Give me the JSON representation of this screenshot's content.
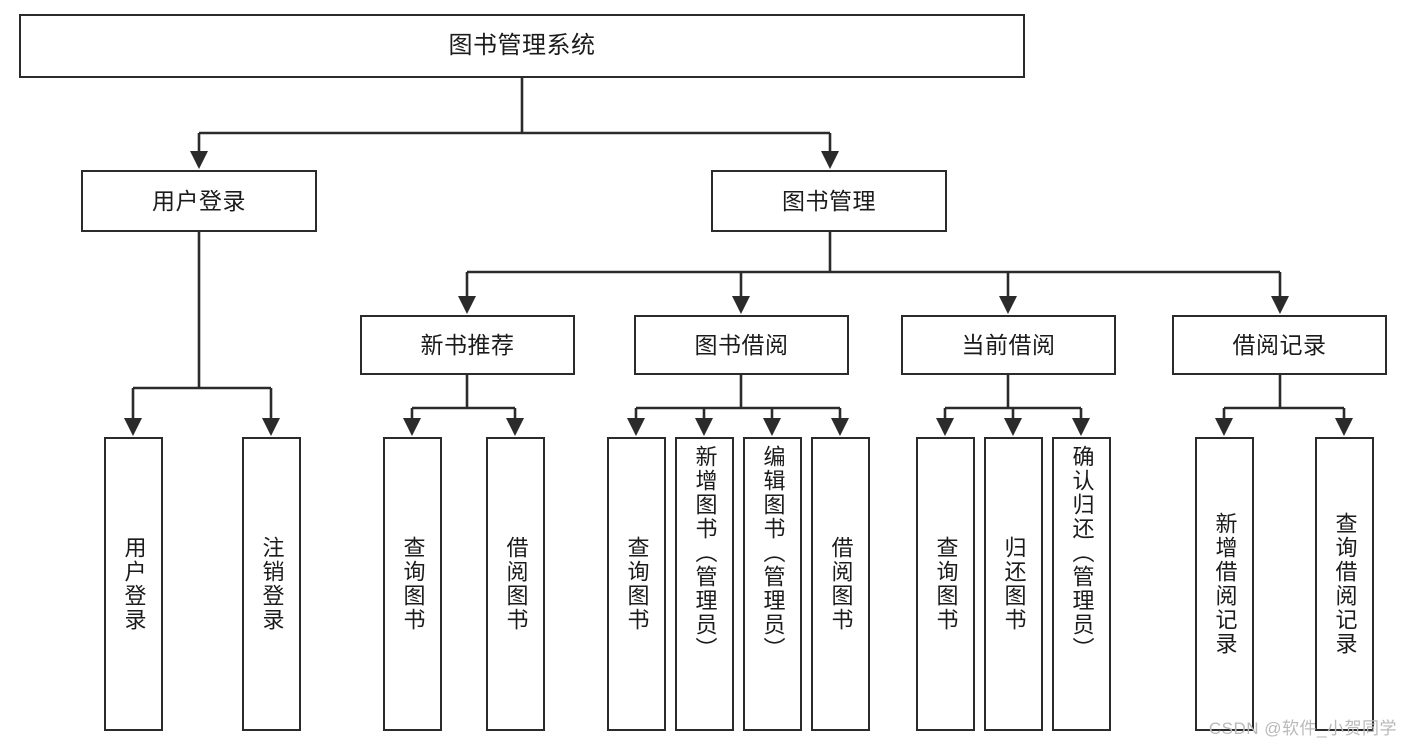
{
  "diagram": {
    "type": "tree-hierarchy",
    "title": "图书管理系统",
    "watermark": "CSDN @软件_小贺同学",
    "colors": {
      "background": "#ffffff",
      "stroke": "#2b2b2b",
      "text": "#1b1b1b",
      "watermark": "#b9b9b9"
    },
    "levels": {
      "root": "图书管理系统",
      "level2": [
        "用户登录",
        "图书管理"
      ],
      "level3": [
        "新书推荐",
        "图书借阅",
        "当前借阅",
        "借阅记录"
      ]
    },
    "nodes": {
      "root": {
        "label": "图书管理系统"
      },
      "user_login": {
        "label": "用户登录"
      },
      "book_manage": {
        "label": "图书管理"
      },
      "new_book_rec": {
        "label": "新书推荐"
      },
      "book_borrow": {
        "label": "图书借阅"
      },
      "current_borrow": {
        "label": "当前借阅"
      },
      "borrow_record": {
        "label": "借阅记录"
      },
      "leaf_user_login": {
        "label": "用户登录"
      },
      "leaf_logout": {
        "label": "注销登录"
      },
      "leaf_query_book_1": {
        "label": "查询图书"
      },
      "leaf_borrow_book_1": {
        "label": "借阅图书"
      },
      "leaf_query_book_2": {
        "label": "查询图书"
      },
      "leaf_add_book_admin": {
        "label": "新增图书（管理员）"
      },
      "leaf_edit_book_admin": {
        "label": "编辑图书（管理员）"
      },
      "leaf_borrow_book_2": {
        "label": "借阅图书"
      },
      "leaf_query_book_3": {
        "label": "查询图书"
      },
      "leaf_return_book": {
        "label": "归还图书"
      },
      "leaf_confirm_return_admin": {
        "label": "确认归还（管理员）"
      },
      "leaf_add_record": {
        "label": "新增借阅记录"
      },
      "leaf_query_record": {
        "label": "查询借阅记录"
      }
    },
    "edges": [
      {
        "from": "root",
        "to": "user_login"
      },
      {
        "from": "root",
        "to": "book_manage"
      },
      {
        "from": "user_login",
        "to": "leaf_user_login"
      },
      {
        "from": "user_login",
        "to": "leaf_logout"
      },
      {
        "from": "book_manage",
        "to": "new_book_rec"
      },
      {
        "from": "book_manage",
        "to": "book_borrow"
      },
      {
        "from": "book_manage",
        "to": "current_borrow"
      },
      {
        "from": "book_manage",
        "to": "borrow_record"
      },
      {
        "from": "new_book_rec",
        "to": "leaf_query_book_1"
      },
      {
        "from": "new_book_rec",
        "to": "leaf_borrow_book_1"
      },
      {
        "from": "book_borrow",
        "to": "leaf_query_book_2"
      },
      {
        "from": "book_borrow",
        "to": "leaf_add_book_admin"
      },
      {
        "from": "book_borrow",
        "to": "leaf_edit_book_admin"
      },
      {
        "from": "book_borrow",
        "to": "leaf_borrow_book_2"
      },
      {
        "from": "current_borrow",
        "to": "leaf_query_book_3"
      },
      {
        "from": "current_borrow",
        "to": "leaf_return_book"
      },
      {
        "from": "current_borrow",
        "to": "leaf_confirm_return_admin"
      },
      {
        "from": "borrow_record",
        "to": "leaf_add_record"
      },
      {
        "from": "borrow_record",
        "to": "leaf_query_record"
      }
    ]
  }
}
